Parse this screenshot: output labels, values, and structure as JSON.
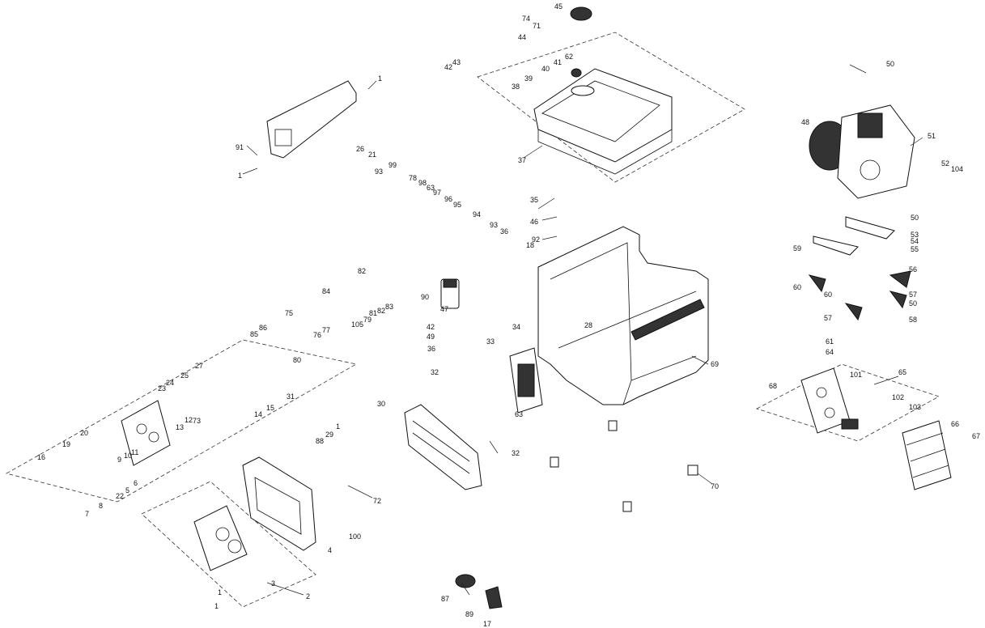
{
  "diagram": {
    "labels": [
      "1",
      "1",
      "1",
      "1",
      "1",
      "2",
      "3",
      "4",
      "5",
      "6",
      "7",
      "8",
      "9",
      "10",
      "11",
      "12",
      "13",
      "14",
      "15",
      "16",
      "17",
      "18",
      "19",
      "20",
      "21",
      "22",
      "23",
      "24",
      "25",
      "26",
      "27",
      "28",
      "29",
      "30",
      "31",
      "32",
      "32",
      "33",
      "34",
      "35",
      "36",
      "36",
      "37",
      "38",
      "39",
      "40",
      "41",
      "42",
      "42",
      "43",
      "44",
      "45",
      "46",
      "47",
      "48",
      "49",
      "50",
      "50",
      "50",
      "51",
      "52",
      "53",
      "54",
      "55",
      "56",
      "57",
      "57",
      "58",
      "59",
      "60",
      "60",
      "61",
      "62",
      "63",
      "63",
      "64",
      "65",
      "66",
      "67",
      "68",
      "69",
      "70",
      "71",
      "72",
      "73",
      "74",
      "75",
      "76",
      "77",
      "78",
      "79",
      "80",
      "81",
      "82",
      "82",
      "83",
      "84",
      "85",
      "86",
      "87",
      "88",
      "89",
      "90",
      "91",
      "92",
      "93",
      "93",
      "94",
      "95",
      "96",
      "97",
      "98",
      "99",
      "100",
      "101",
      "102",
      "103",
      "104",
      "105"
    ]
  }
}
